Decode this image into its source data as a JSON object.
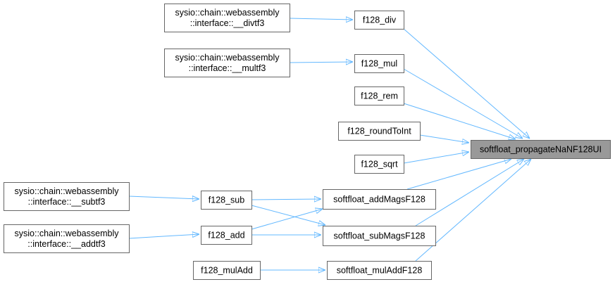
{
  "graph": {
    "colors": {
      "edge": "#63b8ff",
      "node_border": "#666666",
      "focus_fill": "#999999"
    },
    "nodes": {
      "divtf3": {
        "lines": [
          "sysio::chain::webassembly",
          "::interface::__divtf3"
        ]
      },
      "multf3": {
        "lines": [
          "sysio::chain::webassembly",
          "::interface::__multf3"
        ]
      },
      "subtf3": {
        "lines": [
          "sysio::chain::webassembly",
          "::interface::__subtf3"
        ]
      },
      "addtf3": {
        "lines": [
          "sysio::chain::webassembly",
          "::interface::__addtf3"
        ]
      },
      "f128_div": {
        "lines": [
          "f128_div"
        ]
      },
      "f128_mul": {
        "lines": [
          "f128_mul"
        ]
      },
      "f128_rem": {
        "lines": [
          "f128_rem"
        ]
      },
      "f128_roundToInt": {
        "lines": [
          "f128_roundToInt"
        ]
      },
      "f128_sqrt": {
        "lines": [
          "f128_sqrt"
        ]
      },
      "f128_sub": {
        "lines": [
          "f128_sub"
        ]
      },
      "f128_add": {
        "lines": [
          "f128_add"
        ]
      },
      "f128_mulAdd": {
        "lines": [
          "f128_mulAdd"
        ]
      },
      "softfloat_addMagsF128": {
        "lines": [
          "softfloat_addMagsF128"
        ]
      },
      "softfloat_subMagsF128": {
        "lines": [
          "softfloat_subMagsF128"
        ]
      },
      "softfloat_mulAddF128": {
        "lines": [
          "softfloat_mulAddF128"
        ]
      },
      "softfloat_propagateNaNF128UI": {
        "lines": [
          "softfloat_propagateNaNF128UI"
        ],
        "focus": true
      }
    },
    "edges": [
      [
        "divtf3",
        "f128_div"
      ],
      [
        "multf3",
        "f128_mul"
      ],
      [
        "subtf3",
        "f128_sub"
      ],
      [
        "addtf3",
        "f128_add"
      ],
      [
        "f128_sub",
        "softfloat_addMagsF128"
      ],
      [
        "f128_sub",
        "softfloat_subMagsF128"
      ],
      [
        "f128_add",
        "softfloat_addMagsF128"
      ],
      [
        "f128_add",
        "softfloat_subMagsF128"
      ],
      [
        "f128_mulAdd",
        "softfloat_mulAddF128"
      ],
      [
        "f128_div",
        "softfloat_propagateNaNF128UI"
      ],
      [
        "f128_mul",
        "softfloat_propagateNaNF128UI"
      ],
      [
        "f128_rem",
        "softfloat_propagateNaNF128UI"
      ],
      [
        "f128_roundToInt",
        "softfloat_propagateNaNF128UI"
      ],
      [
        "f128_sqrt",
        "softfloat_propagateNaNF128UI"
      ],
      [
        "softfloat_addMagsF128",
        "softfloat_propagateNaNF128UI"
      ],
      [
        "softfloat_subMagsF128",
        "softfloat_propagateNaNF128UI"
      ],
      [
        "softfloat_mulAddF128",
        "softfloat_propagateNaNF128UI"
      ]
    ]
  }
}
